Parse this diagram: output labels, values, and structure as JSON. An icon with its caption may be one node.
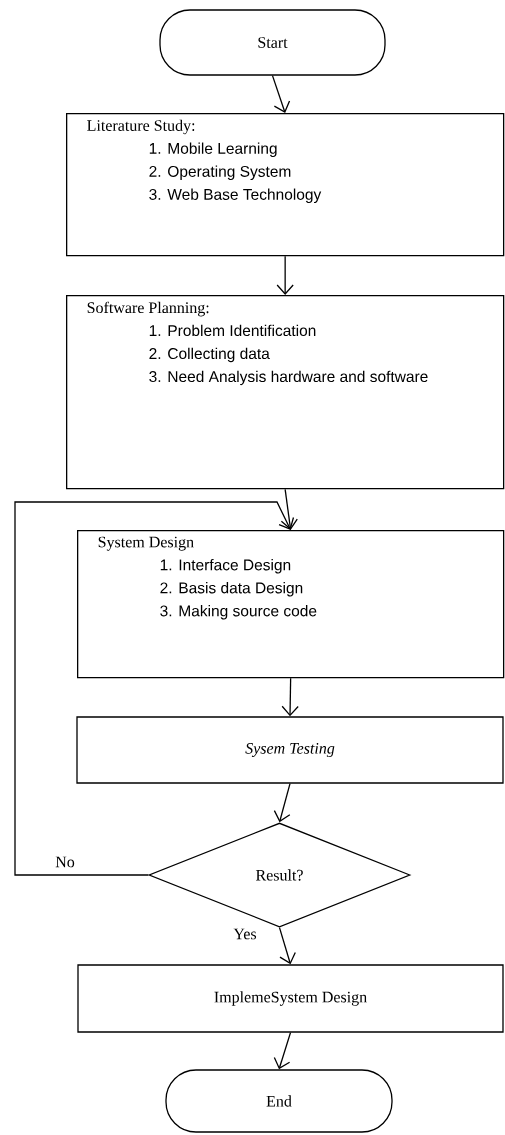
{
  "diagram": {
    "nodes": [
      {
        "text": [
          "Start"
        ]
      },
      {
        "text": [
          "Literature Study:",
          "1. Mobile Learning",
          "2. Operating System",
          "3. Web Base Technology"
        ]
      },
      {
        "text": [
          "Software Planning:",
          "1. Problem Identification",
          "2. Collecting data",
          "3. Need Analysis hardware and software"
        ]
      },
      {
        "text": [
          "System Design",
          "1. Interface Design",
          "2. Basis data Design",
          "3. Making source code"
        ]
      },
      {
        "text": [
          "*Sysem Testing*"
        ]
      },
      {
        "text": [
          "Result?"
        ]
      },
      {
        "text": [
          "ImplemeSystem Design"
        ]
      },
      {
        "text": [
          "End"
        ]
      }
    ],
    "edges": [
      {
        "from": 0,
        "to": 1,
        "arrow": "to"
      },
      {
        "from": 1,
        "to": 2,
        "arrow": "to"
      },
      {
        "from": 2,
        "to": 3,
        "arrow": "to"
      },
      {
        "from": 3,
        "to": 4,
        "arrow": "to"
      },
      {
        "from": 4,
        "to": 5,
        "arrow": "to"
      },
      {
        "from": 5,
        "to": 3,
        "arrow": "to",
        "label": "No"
      },
      {
        "from": 5,
        "to": 6,
        "arrow": "to",
        "label": "Yes"
      },
      {
        "from": 6,
        "to": 7,
        "arrow": "to"
      }
    ]
  }
}
